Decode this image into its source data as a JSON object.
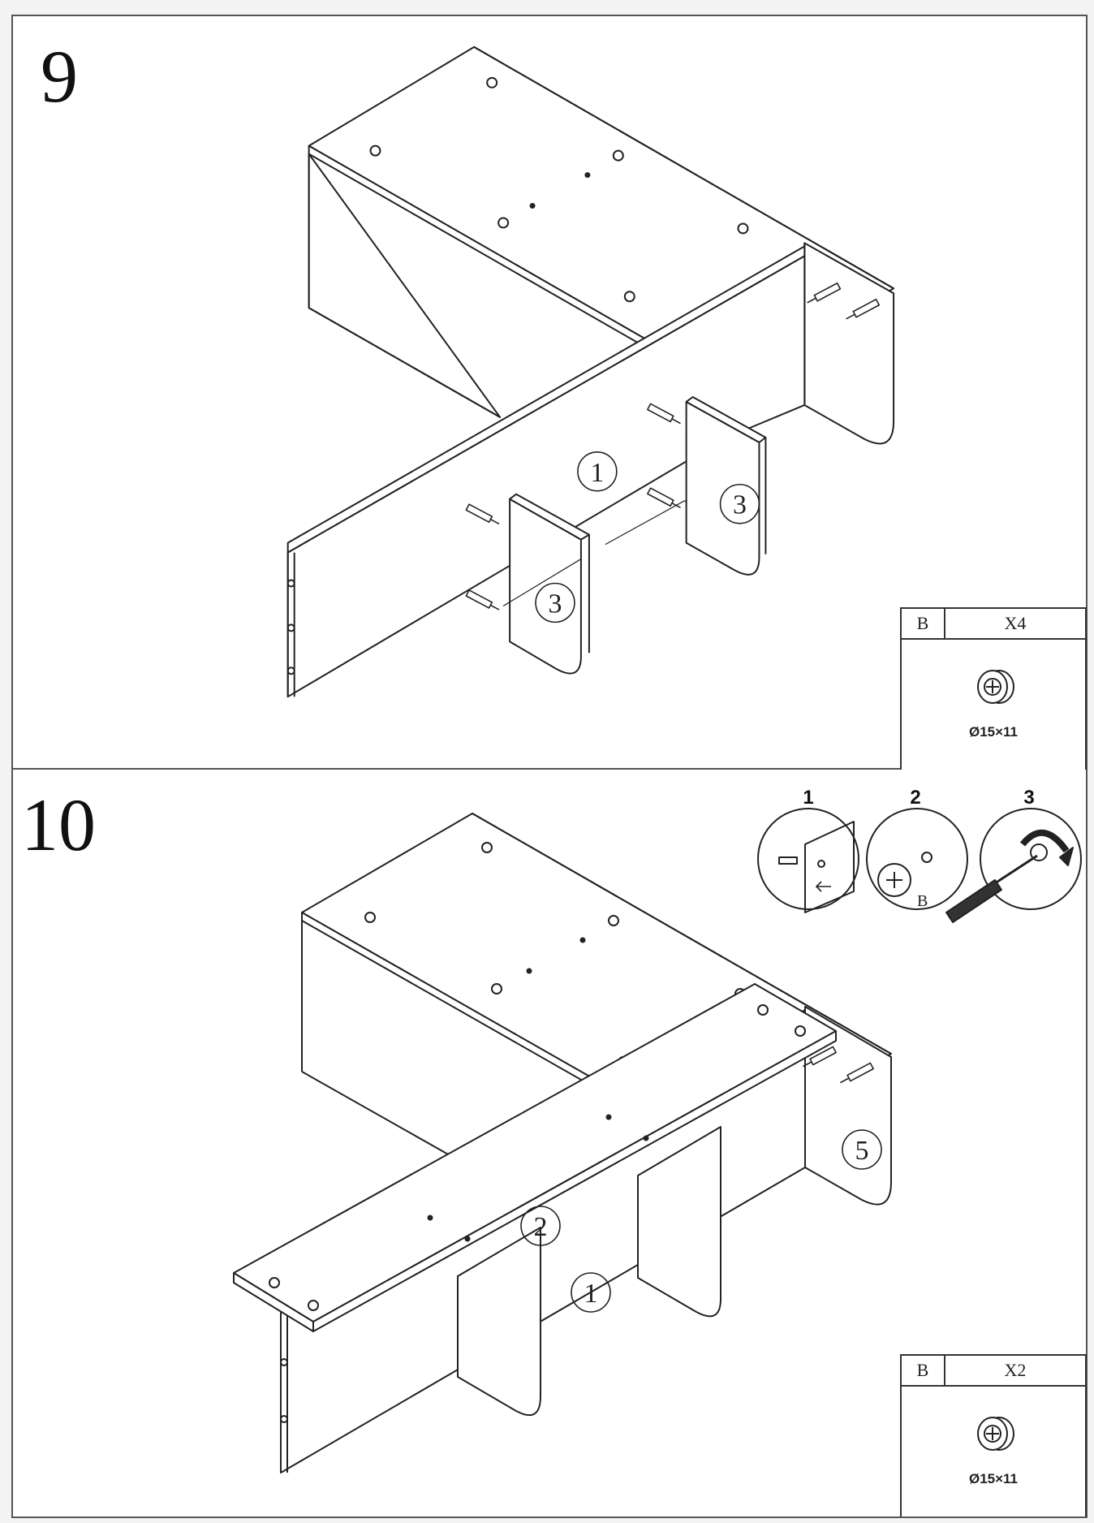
{
  "steps": [
    {
      "number": "9",
      "part_labels": [
        "1",
        "3",
        "3"
      ],
      "parts": {
        "code": "B",
        "quantity": "X4",
        "size": "Ø15×11",
        "icon": "cam-lock-fitting-icon"
      }
    },
    {
      "number": "10",
      "part_labels": [
        "1",
        "2",
        "5"
      ],
      "substeps": [
        "1",
        "2",
        "3"
      ],
      "substep_letter": "B",
      "parts": {
        "code": "B",
        "quantity": "X2",
        "size": "Ø15×11",
        "icon": "cam-lock-fitting-icon"
      }
    }
  ],
  "colors": {
    "line": "#222222",
    "background": "#ffffff",
    "frame": "#555555"
  }
}
